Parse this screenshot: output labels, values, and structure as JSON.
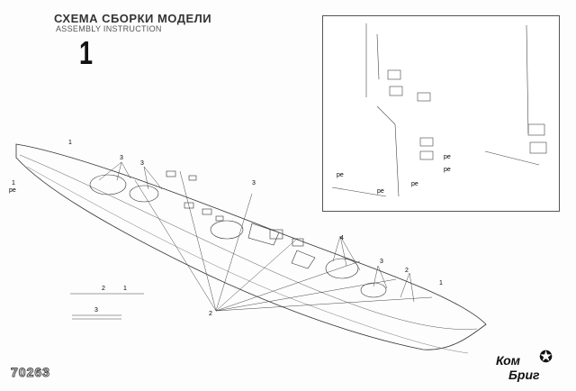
{
  "header": {
    "title_ru": "СХЕМА СБОРКИ МОДЕЛИ",
    "title_en": "ASSEMBLY INSTRUCTION",
    "step_number": "1"
  },
  "callouts": {
    "c1": "1",
    "c2": "2",
    "c3": "3",
    "c4": "4",
    "pe": "pe"
  },
  "scale_labels": {
    "a": "2",
    "b": "1",
    "c": "3"
  },
  "footer": {
    "kit_code": "70263",
    "logo_line1": "Ком",
    "logo_line2": "Бриг",
    "logo_star": "✪"
  }
}
